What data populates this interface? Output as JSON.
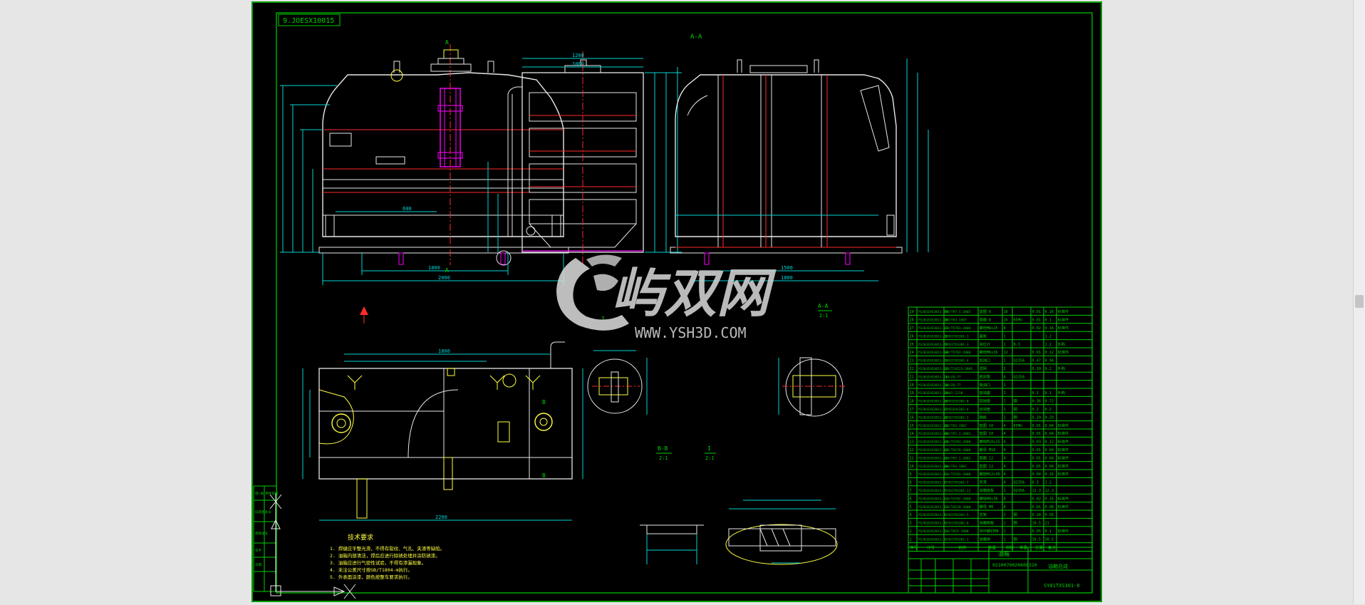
{
  "drawing": {
    "code_stamp": "9.JOESX10015",
    "section_labels": {
      "aa_top": "A-A",
      "aa_detail": "A-A",
      "aa_detail_scale": "2:1",
      "bb_detail": "B-B",
      "bb_detail_scale": "2:1",
      "d1_detail": "I",
      "d1_detail_scale": "2:1",
      "a_mark_top": "A",
      "a_mark_bottom": "A",
      "b_mark_top": "B",
      "b_mark_bottom": "B"
    },
    "dims": {
      "front_width": "2000",
      "front_inner": "1800",
      "front_half": "600",
      "side_width": "1200",
      "side_inner": "1000",
      "right_width": "1800",
      "right_inner": "1500",
      "plan_width": "2200",
      "plan_top": "1800"
    },
    "tech_notes_title": "技术要求",
    "tech_notes": [
      "1. 焊缝应平整光滑，不得有裂纹、气孔、夹渣等缺陷。",
      "2. 油箱内部清洁，焊后应进行除锈处理并涂防锈漆。",
      "3. 油箱应进行气密性试验，不得有渗漏现象。",
      "4. 未注公差尺寸按GB/T1804-m执行。",
      "5. 外表面涂漆，颜色按整车要求执行。"
    ],
    "bom_rows": [
      [
        "29",
        "YSJ01EXS3011-29",
        "GB/T97.1-2002",
        "垫圈 8",
        "16",
        "",
        "0.01",
        "0.16",
        "标准件"
      ],
      [
        "28",
        "YSJ01EXS3011-28",
        "GB/T93-1987",
        "垫圈 8",
        "16",
        "65Mn",
        "0.01",
        "0.1",
        "标准件"
      ],
      [
        "27",
        "YSJ01EXS3011-27",
        "GB/T5783-2000",
        "螺栓M8x25",
        "8",
        "",
        "0.02",
        "0.16",
        "标准件"
      ],
      [
        "26",
        "YSJ01EXS3011-26",
        "SY01TXS301-3",
        "盖板",
        "1",
        "",
        "",
        "1.2",
        ""
      ],
      [
        "25",
        "YSJ01EXS3011-25",
        "SY01TXS301-3",
        "油位计",
        "1",
        "B-3",
        "",
        "1.2",
        "外购"
      ],
      [
        "24",
        "YSJ01EXS3011-24",
        "GB/T5783-2000",
        "螺栓M6x16",
        "12",
        "",
        "0.01",
        "0.12",
        "标准件"
      ],
      [
        "23",
        "YSJ01EXS3011-23",
        "SY01TXS301-4",
        "加油口",
        "1",
        "Q235A",
        "0.47",
        "0.94",
        ""
      ],
      [
        "22",
        "YSJ01EXS3011-22",
        "GB/T14123-2005",
        "滤网",
        "2",
        "",
        "0.10",
        "0.2",
        "外购"
      ],
      [
        "21",
        "YSJ01EXS3011-21",
        "JB/ZQ-77",
        "密封垫",
        "4",
        "Q235A",
        "",
        "",
        ""
      ],
      [
        "20",
        "YSJ01EXS3011-20",
        "JB/ZQ-77",
        "吸油口",
        "1",
        "",
        "",
        "",
        ""
      ],
      [
        "19",
        "YSJ01EXS3011-19",
        "3807-1210",
        "放油塞",
        "1",
        "",
        "0.1",
        "0.1",
        "外购"
      ],
      [
        "18",
        "YSJ01EXS3011-18",
        "SY01EXS301-8",
        "回油管",
        "1",
        "钢",
        "0.36",
        "0.72",
        ""
      ],
      [
        "17",
        "YSJ01EXS3011-17",
        "SY01EXS301-4",
        "出油管",
        "1",
        "钢",
        "0.2",
        "0.2",
        ""
      ],
      [
        "16",
        "YSJ01EXS3011-16",
        "SY01TXS301-2",
        "隔板",
        "1",
        "钢",
        "0.29",
        "0.29",
        ""
      ],
      [
        "15",
        "YSJ01EXS3011-15",
        "GB/T93-1987",
        "垫圈 10",
        "4",
        "65Mn",
        "0.01",
        "0.04",
        "标准件"
      ],
      [
        "14",
        "YSJ01EXS3011-14",
        "GB/T97.1-2002",
        "垫圈 10",
        "4",
        "",
        "0.01",
        "0.04",
        "标准件"
      ],
      [
        "13",
        "YSJ01EXS3011-13",
        "GB/T5783-2000",
        "螺栓M10x25",
        "4",
        "",
        "0.03",
        "0.12",
        "标准件"
      ],
      [
        "12",
        "YSJ01EXS3011-12",
        "GB/T6170-2000",
        "螺母 M10",
        "4",
        "",
        "0.01",
        "0.04",
        "标准件"
      ],
      [
        "11",
        "YSJ01EXS3011-11",
        "GB/T97.1-2002",
        "垫圈 12",
        "4",
        "",
        "0.01",
        "0.04",
        "标准件"
      ],
      [
        "10",
        "YSJ01EXS3011-10",
        "GB/T93-1987",
        "垫圈 12",
        "4",
        "",
        "0.01",
        "0.04",
        "标准件"
      ],
      [
        "9",
        "YSJ01EXS3011-9",
        "GB/T5783-2000",
        "螺栓M12x30",
        "4",
        "",
        "0.04",
        "0.16",
        "标准件"
      ],
      [
        "8",
        "YSJ01EXS3011-8",
        "SY01TXS301-7",
        "吊耳",
        "4",
        "Q235A",
        "0.3",
        "1.2",
        ""
      ],
      [
        "7",
        "YSJ01EXS3011-7",
        "SY01TXS301-11",
        "油箱底板",
        "1",
        "Q235A",
        "12.3",
        "12.3",
        ""
      ],
      [
        "6",
        "YSJ01EXS3011-6",
        "GB/T5782-2000",
        "螺栓M8x30",
        "8",
        "",
        "0.02",
        "0.16",
        "标准件"
      ],
      [
        "5",
        "YSJ01EXS3011-5",
        "GB/T6170-2000",
        "螺母 M8",
        "8",
        "",
        "0.01",
        "0.08",
        "标准件"
      ],
      [
        "4",
        "YSJ01EXS3011-4",
        "SY01TXS301-5",
        "支架",
        "2",
        "钢",
        "0.28",
        "0.56",
        ""
      ],
      [
        "3",
        "YSJ01EXS3011-3",
        "SY01TXS301-6",
        "油箱侧板",
        "2",
        "钢",
        "10.5",
        "21",
        ""
      ],
      [
        "2",
        "YSJ01EXS3011-2",
        "GB/T825-1988",
        "吊环螺钉M8",
        "2",
        "",
        "0.05",
        "0.1",
        "标准件"
      ],
      [
        "1",
        "YSJ01EXS3011-1",
        "SY01TXS301-1",
        "油箱体",
        "1",
        "钢",
        "38.5",
        "38.5",
        ""
      ]
    ],
    "bom_header": [
      "序号",
      "代号",
      "名称",
      "数量",
      "材料",
      "单重",
      "总重",
      "备注"
    ],
    "title_block": {
      "project": "油箱",
      "drawing_no": "SY01TXS301-0",
      "part_code": "0210070020608320",
      "part_name": "油箱总成"
    },
    "left_strip": [
      "借(通)用件登记",
      "旧底图总号",
      "底图总号",
      "签字",
      "日期"
    ]
  },
  "watermark": {
    "brand": "屿双网",
    "url": "WWW.YSH3D.COM"
  },
  "colors": {
    "green": "#00d000",
    "white": "#e8e8e8",
    "cyan": "#00d4d4",
    "red": "#ff2a2a",
    "magenta": "#ff00ff",
    "yellow": "#ffff40"
  }
}
